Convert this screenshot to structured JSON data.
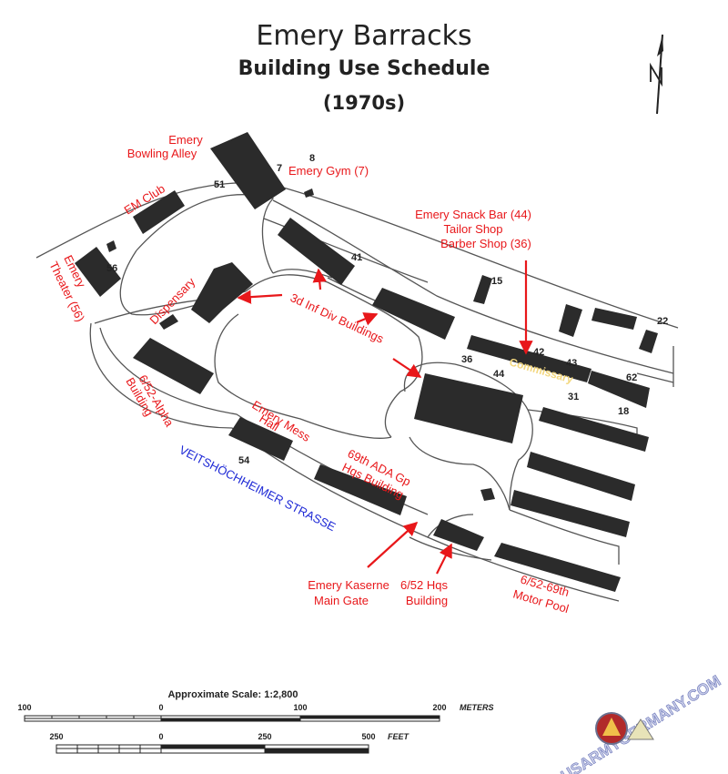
{
  "title": {
    "line1": "Emery Barracks",
    "line2": "Building Use Schedule",
    "line3": "(1970s)"
  },
  "colors": {
    "building": "#2b2b2b",
    "road": "#555555",
    "label_red": "#e8171a",
    "label_blue": "#1f2ad6",
    "arrow": "#e8171a",
    "commissary_text": "#f3d77e",
    "ink": "#222222"
  },
  "labels": {
    "bowling1": "Emery",
    "bowling2": "Bowling Alley",
    "gym": "Emery Gym (7)",
    "emclub": "EM Club",
    "theater1": "Emery",
    "theater2": "Theater (56)",
    "dispensary": "Dispensary",
    "inf_div": "3d Inf Div Buildings",
    "snack1": "Emery Snack Bar (44)",
    "snack2": "Tailor Shop",
    "snack3": "Barber Shop (36)",
    "commissary": "Commissary",
    "alpha1": "6/52-Alpha",
    "alpha2": "Building",
    "mess1": "Emery Mess",
    "mess2": "Hall",
    "ada1": "69th ADA Gp",
    "ada2": "Hqs Building",
    "street": "VEITSHÖCHHEIMER STRASSE",
    "gate1": "Emery Kaserne",
    "gate2": "Main Gate",
    "hqs1": "6/52 Hqs",
    "hqs2": "Building",
    "motor1": "6/52-69th",
    "motor2": "Motor Pool"
  },
  "building_numbers": {
    "n7": "7",
    "n8": "8",
    "n51": "51",
    "n56": "56",
    "n41": "41",
    "n15": "15",
    "n22": "22",
    "n42": "42",
    "n43": "43",
    "n36": "36",
    "n44": "44",
    "n62": "62",
    "n31": "31",
    "n18": "18",
    "n54": "54"
  },
  "scale": {
    "title": "Approximate Scale: 1:2,800",
    "meters": {
      "t100l": "100",
      "t0": "0",
      "t100": "100",
      "t200": "200",
      "unit": "METERS"
    },
    "feet": {
      "t250l": "250",
      "t0": "0",
      "t250": "250",
      "t500": "500",
      "unit": "FEET"
    }
  },
  "watermark": "USARMYGERMANY.COM",
  "north_icon": "north-arrow-icon"
}
